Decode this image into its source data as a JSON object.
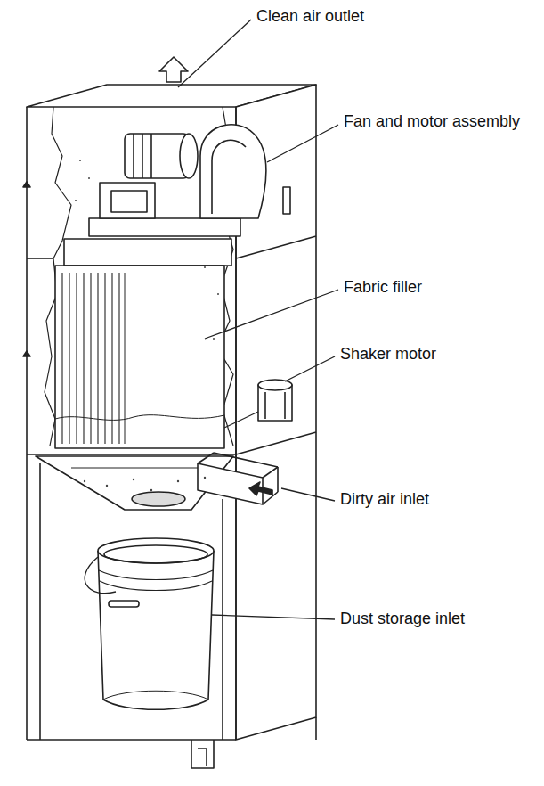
{
  "diagram": {
    "labels": [
      "Clean air outlet",
      "Fan and motor assembly",
      "Fabric filler",
      "Shaker motor",
      "Dirty air inlet",
      "Dust storage inlet"
    ]
  }
}
